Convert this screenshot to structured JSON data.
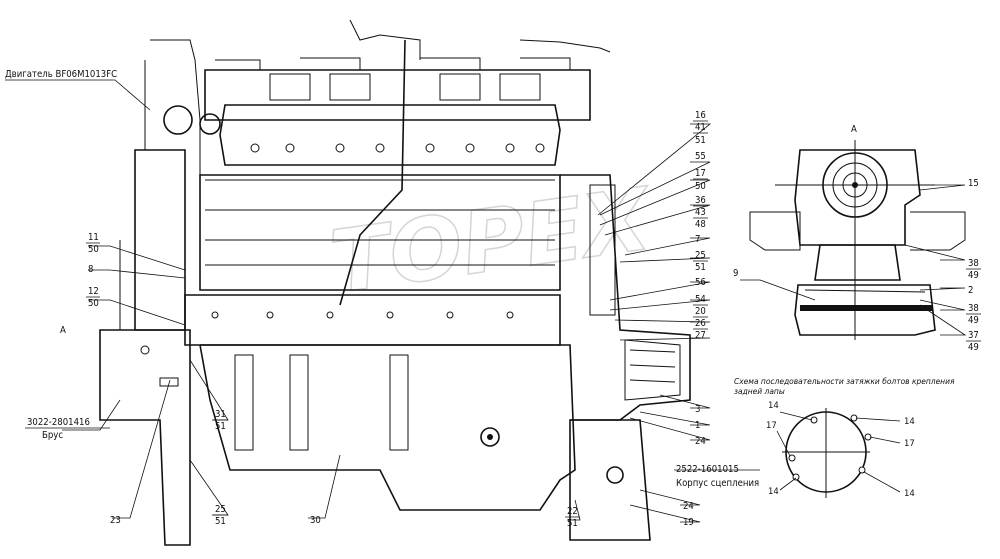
{
  "engine_label": "Двигатель BF06M1013FC",
  "watermark": "ТОРЕХ",
  "view_marker_left": "А",
  "view_marker_right": "А",
  "part_labels": {
    "p16": "16",
    "p41": "41",
    "p51a": "51",
    "p55": "55",
    "p17a": "17",
    "p50a": "50",
    "p36": "36",
    "p43": "43",
    "p48": "48",
    "p7": "7",
    "p25a": "25",
    "p51b": "51",
    "p56": "56",
    "p54": "54",
    "p20": "20",
    "p26": "26",
    "p27": "27",
    "p3": "3",
    "p1": "1",
    "p24a": "24",
    "p11": "11",
    "p50b": "50",
    "p8": "8",
    "p12": "12",
    "p50c": "50",
    "p31": "31",
    "p51c": "51",
    "p23": "23",
    "p25b": "25",
    "p51d": "51",
    "p30": "30",
    "p22": "22",
    "p51e": "51",
    "p24b": "24",
    "p19": "19",
    "p15": "15",
    "p9": "9",
    "p38a": "38",
    "p49a": "49",
    "p2": "2",
    "p38b": "38",
    "p49b": "49",
    "p37": "37",
    "p49c": "49"
  },
  "callouts": {
    "brace_code": "3022-2801416",
    "brace_name": "Брус",
    "clutch_code": "2522-1601015",
    "clutch_name": "Корпус сцепления"
  },
  "bolt_scheme": {
    "title_line1": "Схема последовательности затяжки болтов крепления",
    "title_line2": "задней лапы",
    "labels": [
      "14",
      "14",
      "17",
      "17",
      "14",
      "14"
    ]
  }
}
